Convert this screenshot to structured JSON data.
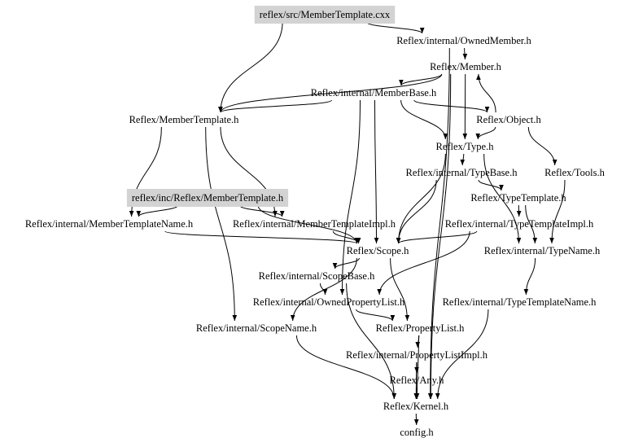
{
  "diagram": {
    "type": "include-dependency-graph",
    "highlight_color": "#d3d3d3",
    "nodes": [
      {
        "id": "src_mt",
        "label": "reflex/src/MemberTemplate.cxx",
        "highlighted": true
      },
      {
        "id": "owned_member",
        "label": "Reflex/internal/OwnedMember.h"
      },
      {
        "id": "member",
        "label": "Reflex/Member.h"
      },
      {
        "id": "member_base",
        "label": "Reflex/internal/MemberBase.h"
      },
      {
        "id": "member_template",
        "label": "Reflex/MemberTemplate.h"
      },
      {
        "id": "object",
        "label": "Reflex/Object.h"
      },
      {
        "id": "type",
        "label": "Reflex/Type.h"
      },
      {
        "id": "type_base",
        "label": "Reflex/internal/TypeBase.h"
      },
      {
        "id": "tools",
        "label": "Reflex/Tools.h"
      },
      {
        "id": "inc_mt",
        "label": "reflex/inc/Reflex/MemberTemplate.h",
        "highlighted": true
      },
      {
        "id": "type_template",
        "label": "Reflex/TypeTemplate.h"
      },
      {
        "id": "mt_name",
        "label": "Reflex/internal/MemberTemplateName.h"
      },
      {
        "id": "mt_impl",
        "label": "Reflex/internal/MemberTemplateImpl.h"
      },
      {
        "id": "tt_impl",
        "label": "Reflex/internal/TypeTemplateImpl.h"
      },
      {
        "id": "scope",
        "label": "Reflex/Scope.h"
      },
      {
        "id": "type_name",
        "label": "Reflex/internal/TypeName.h"
      },
      {
        "id": "scope_base",
        "label": "Reflex/internal/ScopeBase.h"
      },
      {
        "id": "owned_pl",
        "label": "Reflex/internal/OwnedPropertyList.h"
      },
      {
        "id": "tt_name",
        "label": "Reflex/internal/TypeTemplateName.h"
      },
      {
        "id": "scope_name",
        "label": "Reflex/internal/ScopeName.h"
      },
      {
        "id": "property_list",
        "label": "Reflex/PropertyList.h"
      },
      {
        "id": "pl_impl",
        "label": "Reflex/internal/PropertyListImpl.h"
      },
      {
        "id": "any",
        "label": "Reflex/Any.h"
      },
      {
        "id": "kernel",
        "label": "Reflex/Kernel.h"
      },
      {
        "id": "config",
        "label": "config.h"
      }
    ],
    "edges": [
      {
        "from": "src_mt",
        "to": "owned_member"
      },
      {
        "from": "src_mt",
        "to": "member_template"
      },
      {
        "from": "owned_member",
        "to": "member"
      },
      {
        "from": "owned_member",
        "to": "kernel"
      },
      {
        "from": "member",
        "to": "member_base"
      },
      {
        "from": "member",
        "to": "type"
      },
      {
        "from": "member",
        "to": "member_template"
      },
      {
        "from": "member",
        "to": "kernel"
      },
      {
        "from": "member_base",
        "to": "member_template"
      },
      {
        "from": "member_base",
        "to": "object"
      },
      {
        "from": "member_base",
        "to": "type"
      },
      {
        "from": "member_base",
        "to": "scope"
      },
      {
        "from": "member_base",
        "to": "owned_pl"
      },
      {
        "from": "object",
        "to": "member"
      },
      {
        "from": "object",
        "to": "type"
      },
      {
        "from": "object",
        "to": "tools"
      },
      {
        "from": "type",
        "to": "type_base"
      },
      {
        "from": "type",
        "to": "scope"
      },
      {
        "from": "type",
        "to": "type_name"
      },
      {
        "from": "type_base",
        "to": "type_template"
      },
      {
        "from": "type_base",
        "to": "scope"
      },
      {
        "from": "type_template",
        "to": "tt_impl"
      },
      {
        "from": "type_template",
        "to": "type_name"
      },
      {
        "from": "tools",
        "to": "type_name"
      },
      {
        "from": "member_template",
        "to": "mt_name"
      },
      {
        "from": "member_template",
        "to": "mt_impl"
      },
      {
        "from": "member_template",
        "to": "scope_name"
      },
      {
        "from": "inc_mt",
        "to": "mt_name"
      },
      {
        "from": "inc_mt",
        "to": "mt_impl"
      },
      {
        "from": "inc_mt",
        "to": "scope"
      },
      {
        "from": "mt_name",
        "to": "scope"
      },
      {
        "from": "mt_impl",
        "to": "scope"
      },
      {
        "from": "tt_impl",
        "to": "scope"
      },
      {
        "from": "tt_impl",
        "to": "owned_pl"
      },
      {
        "from": "scope",
        "to": "scope_base"
      },
      {
        "from": "scope",
        "to": "property_list"
      },
      {
        "from": "scope",
        "to": "scope_name"
      },
      {
        "from": "scope_base",
        "to": "owned_pl"
      },
      {
        "from": "scope_base",
        "to": "kernel"
      },
      {
        "from": "owned_pl",
        "to": "property_list"
      },
      {
        "from": "type_name",
        "to": "tt_name"
      },
      {
        "from": "tt_name",
        "to": "kernel"
      },
      {
        "from": "scope_name",
        "to": "kernel"
      },
      {
        "from": "property_list",
        "to": "pl_impl"
      },
      {
        "from": "property_list",
        "to": "kernel"
      },
      {
        "from": "pl_impl",
        "to": "any"
      },
      {
        "from": "pl_impl",
        "to": "kernel"
      },
      {
        "from": "any",
        "to": "kernel"
      },
      {
        "from": "kernel",
        "to": "config"
      }
    ]
  }
}
